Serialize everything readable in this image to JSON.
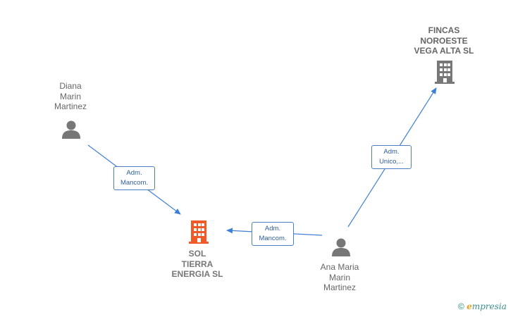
{
  "colors": {
    "edge": "#3d7fd6",
    "person_icon": "#777777",
    "company_icon": "#777777",
    "focus_company_icon": "#f05a28"
  },
  "nodes": {
    "diana": {
      "label": "Diana\nMarin\nMartinez",
      "icon": "person-icon"
    },
    "fincas": {
      "label": "FINCAS\nNOROESTE\nVEGA ALTA  SL",
      "icon": "building-icon"
    },
    "sol": {
      "label": "SOL\nTIERRA\nENERGIA  SL",
      "icon": "building-icon"
    },
    "ana": {
      "label": "Ana Maria\nMarin\nMartinez",
      "icon": "person-icon"
    }
  },
  "edges": {
    "diana_sol": {
      "label": "Adm.\nMancom."
    },
    "ana_sol": {
      "label": "Adm.\nMancom."
    },
    "ana_fincas": {
      "label": "Adm.\nUnico,..."
    }
  },
  "footer": {
    "copyright": "©",
    "brand_initial": "e",
    "brand_rest": "mpresia"
  }
}
